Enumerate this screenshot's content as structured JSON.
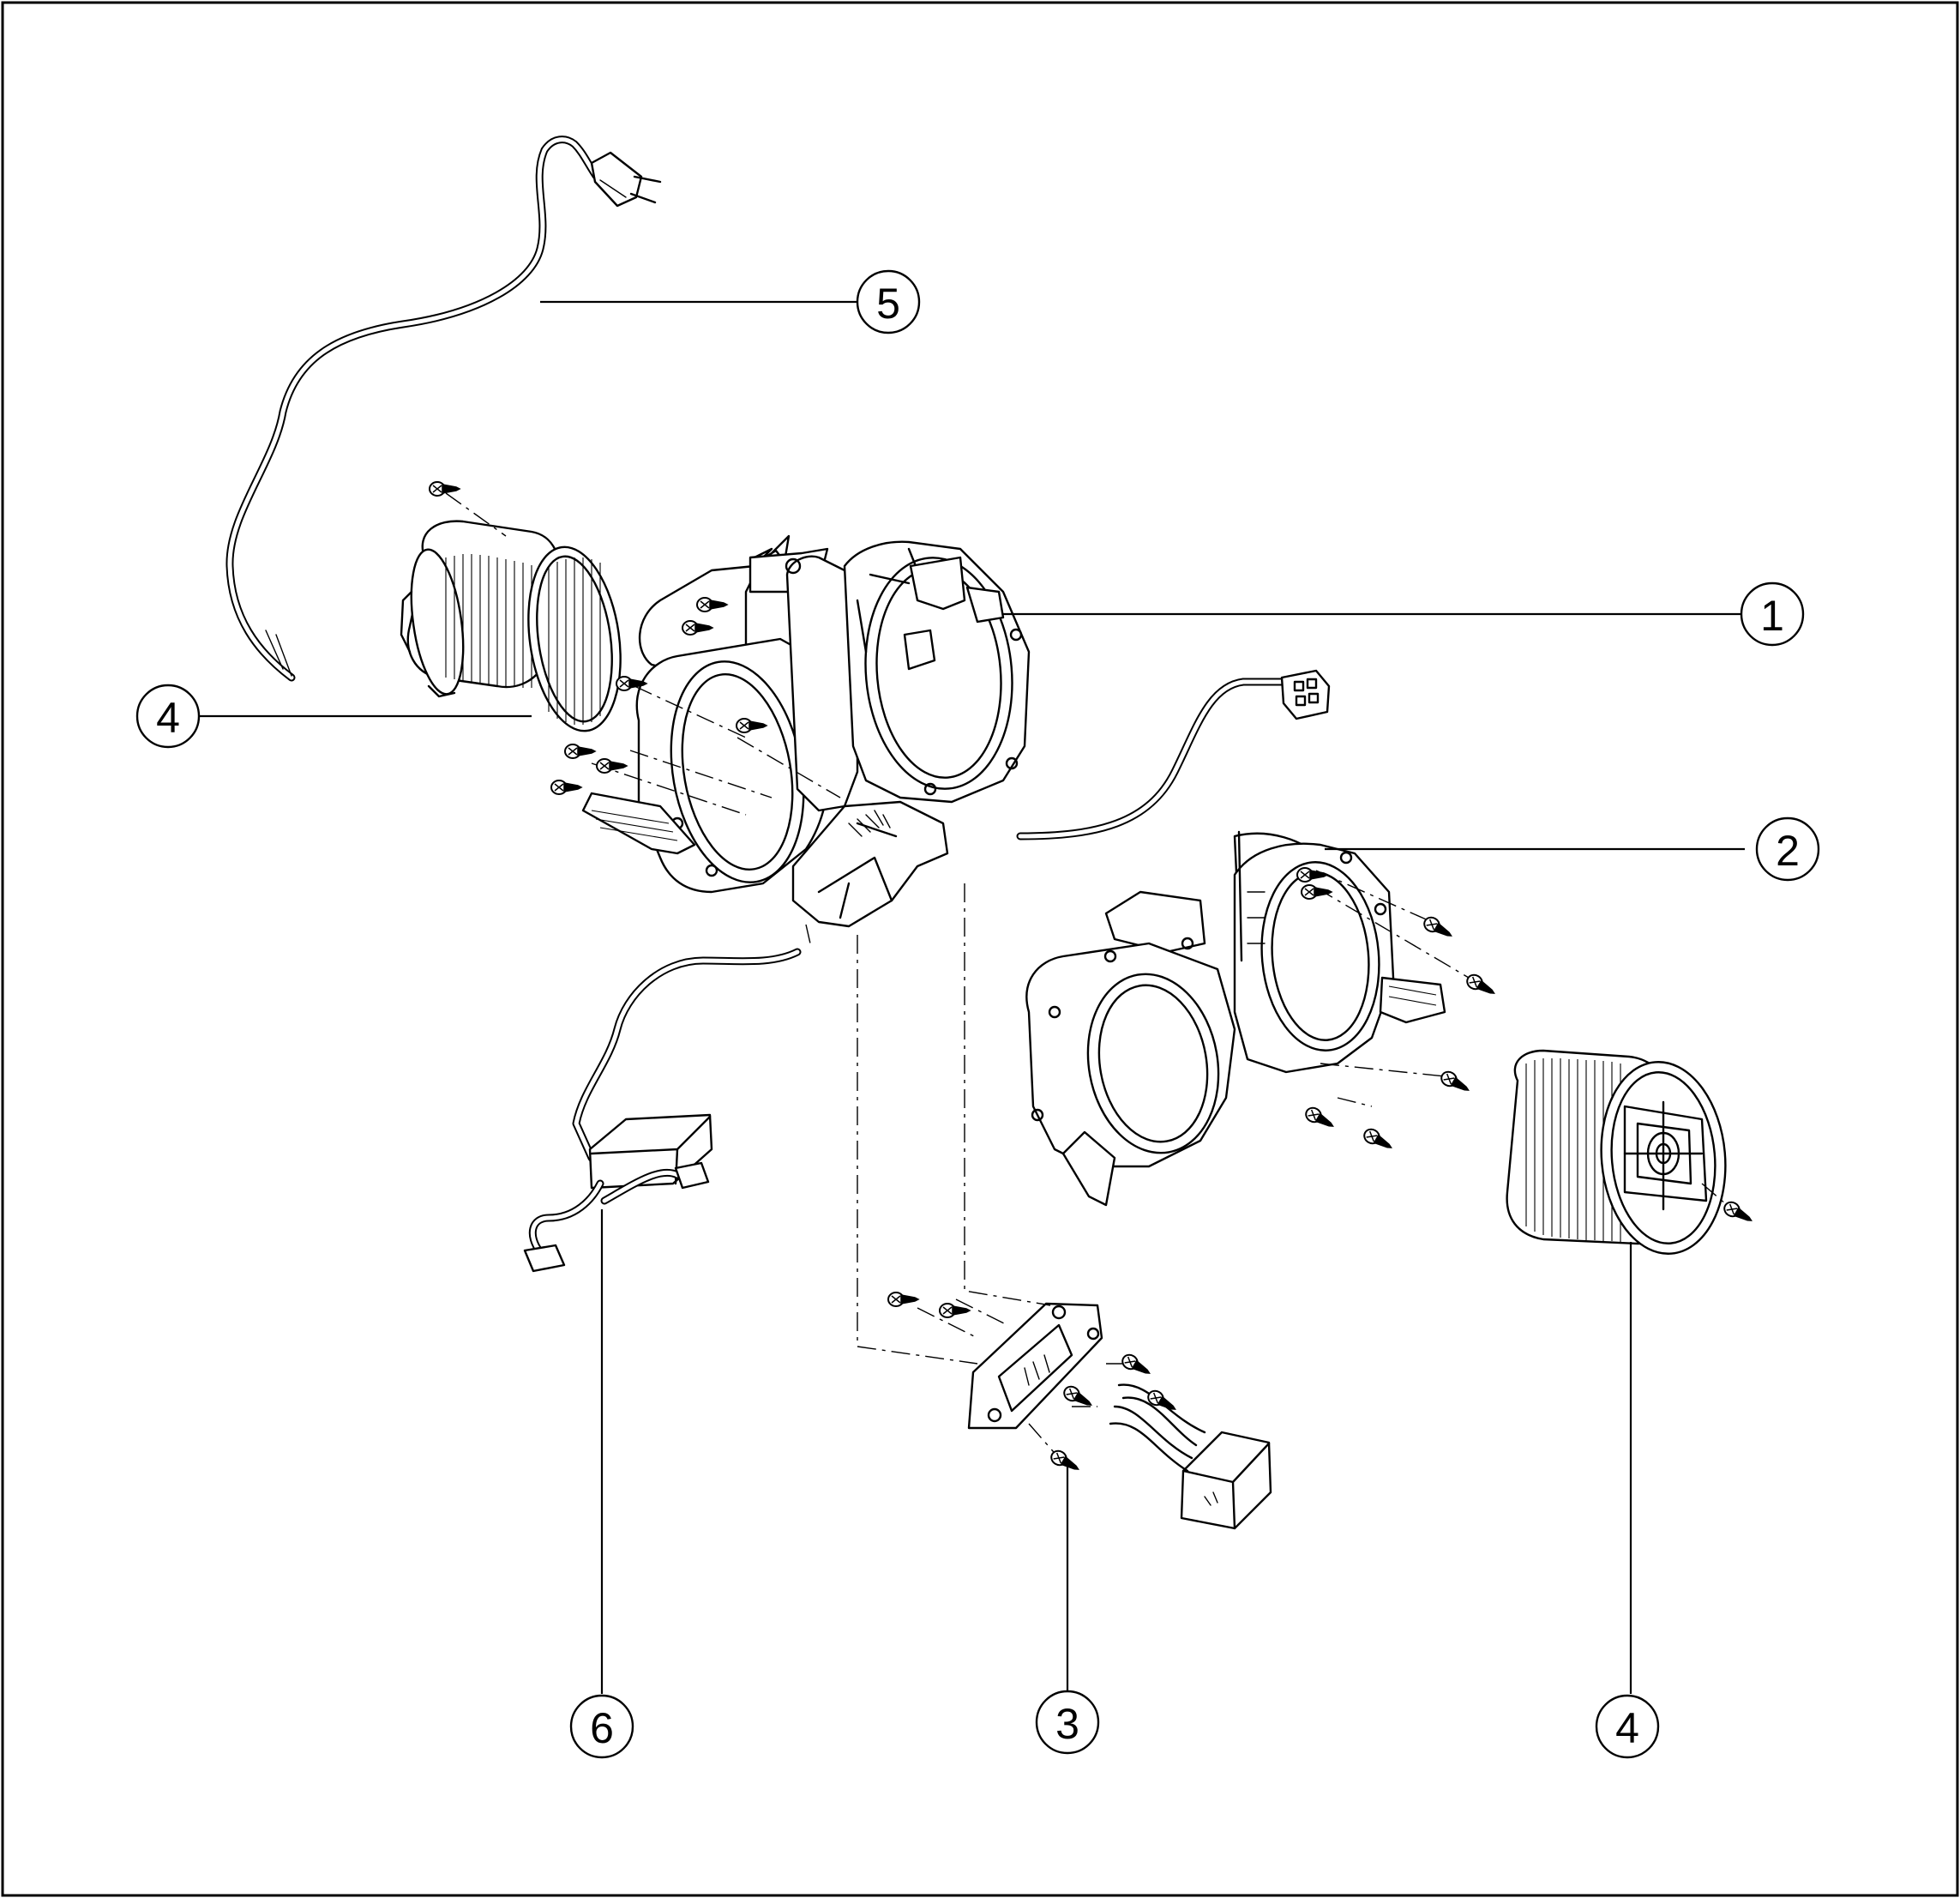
{
  "diagram": {
    "callouts": [
      {
        "id": "callout-1",
        "label": "1"
      },
      {
        "id": "callout-2",
        "label": "2"
      },
      {
        "id": "callout-3",
        "label": "3"
      },
      {
        "id": "callout-4-left",
        "label": "4"
      },
      {
        "id": "callout-4-right",
        "label": "4"
      },
      {
        "id": "callout-5",
        "label": "5"
      },
      {
        "id": "callout-6",
        "label": "6"
      }
    ],
    "colors": {
      "line": "#000000",
      "background": "#ffffff"
    }
  }
}
